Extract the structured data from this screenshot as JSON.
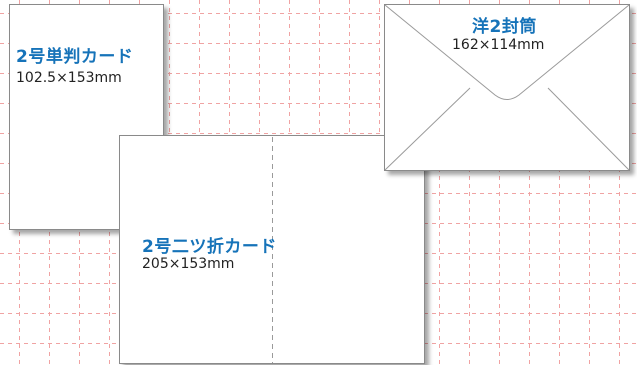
{
  "cards": [
    {
      "title": "2号単判カード",
      "size": "102.5×153mm"
    },
    {
      "title": "2号二ツ折カード",
      "size": "205×153mm"
    },
    {
      "title": "洋2封筒",
      "size": "162×114mm"
    }
  ],
  "colors": {
    "title": "#1673b9",
    "grid": "#f0a3a3",
    "border": "#8a8a8a"
  }
}
